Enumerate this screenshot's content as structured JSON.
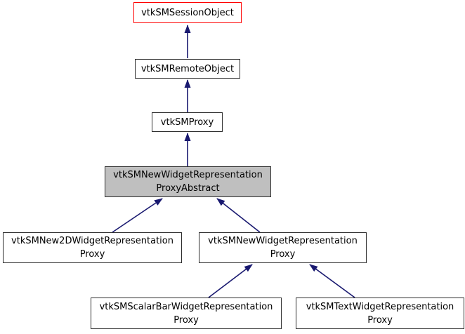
{
  "diagram": {
    "type": "inheritance-graph",
    "focus_class": "vtkSMNewWidgetRepresentationProxyAbstract",
    "colors": {
      "edge": "#191970",
      "node_border": "#2e2e2e",
      "node_fill": "#ffffff",
      "highlight_border": "#ff0000",
      "focus_fill": "#bfbfbf",
      "text": "#000000",
      "background": "#ffffff"
    },
    "nodes": [
      {
        "id": "vtkSMSessionObject",
        "label": "vtkSMSessionObject",
        "lines": [
          "vtkSMSessionObject"
        ],
        "style": "highlighted"
      },
      {
        "id": "vtkSMRemoteObject",
        "label": "vtkSMRemoteObject",
        "lines": [
          "vtkSMRemoteObject"
        ],
        "style": "normal"
      },
      {
        "id": "vtkSMProxy",
        "label": "vtkSMProxy",
        "lines": [
          "vtkSMProxy"
        ],
        "style": "normal"
      },
      {
        "id": "vtkSMNewWidgetRepresentationProxyAbstract",
        "label": "vtkSMNewWidgetRepresentationProxyAbstract",
        "lines": [
          "vtkSMNewWidgetRepresentation",
          "ProxyAbstract"
        ],
        "style": "focused"
      },
      {
        "id": "vtkSMNew2DWidgetRepresentationProxy",
        "label": "vtkSMNew2DWidgetRepresentationProxy",
        "lines": [
          "vtkSMNew2DWidgetRepresentation",
          "Proxy"
        ],
        "style": "normal"
      },
      {
        "id": "vtkSMNewWidgetRepresentationProxy",
        "label": "vtkSMNewWidgetRepresentationProxy",
        "lines": [
          "vtkSMNewWidgetRepresentation",
          "Proxy"
        ],
        "style": "normal"
      },
      {
        "id": "vtkSMScalarBarWidgetRepresentationProxy",
        "label": "vtkSMScalarBarWidgetRepresentationProxy",
        "lines": [
          "vtkSMScalarBarWidgetRepresentation",
          "Proxy"
        ],
        "style": "normal"
      },
      {
        "id": "vtkSMTextWidgetRepresentationProxy",
        "label": "vtkSMTextWidgetRepresentationProxy",
        "lines": [
          "vtkSMTextWidgetRepresentation",
          "Proxy"
        ],
        "style": "normal"
      }
    ],
    "edges": [
      {
        "from": "vtkSMRemoteObject",
        "to": "vtkSMSessionObject"
      },
      {
        "from": "vtkSMProxy",
        "to": "vtkSMRemoteObject"
      },
      {
        "from": "vtkSMNewWidgetRepresentationProxyAbstract",
        "to": "vtkSMProxy"
      },
      {
        "from": "vtkSMNew2DWidgetRepresentationProxy",
        "to": "vtkSMNewWidgetRepresentationProxyAbstract"
      },
      {
        "from": "vtkSMNewWidgetRepresentationProxy",
        "to": "vtkSMNewWidgetRepresentationProxyAbstract"
      },
      {
        "from": "vtkSMScalarBarWidgetRepresentationProxy",
        "to": "vtkSMNewWidgetRepresentationProxy"
      },
      {
        "from": "vtkSMTextWidgetRepresentationProxy",
        "to": "vtkSMNewWidgetRepresentationProxy"
      }
    ]
  }
}
